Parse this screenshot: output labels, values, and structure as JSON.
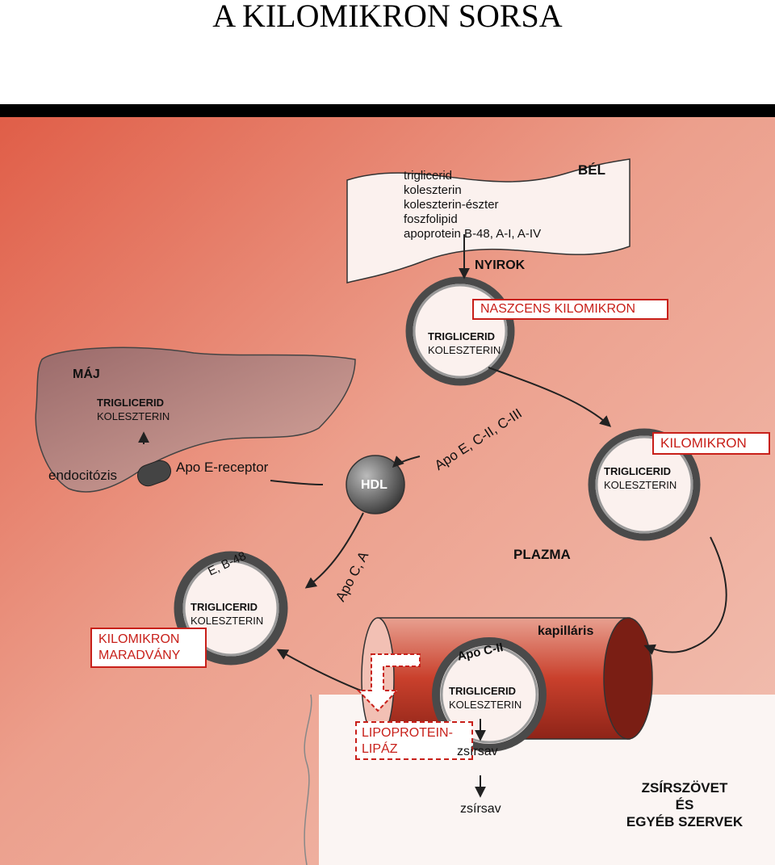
{
  "title": "A KILOMIKRON SORSA",
  "intestine": {
    "label": "BÉL",
    "components": [
      "triglicerid",
      "koleszterin",
      "koleszterin-észter",
      "foszfolipid",
      "apoprotein B-48, A-I, A-IV"
    ]
  },
  "lymph_label": "NYIROK",
  "nascent": {
    "label": "NASZCENS KILOMIKRON",
    "contents": [
      "TRIGLICERID",
      "KOLESZTERIN"
    ]
  },
  "chylomicron": {
    "label": "KILOMIKRON",
    "contents": [
      "TRIGLICERID",
      "KOLESZTERIN"
    ]
  },
  "plasma_label": "PLAZMA",
  "hdl_label": "HDL",
  "apo_e_c_label": "Apo E, C-II, C-III",
  "apo_c_a_label": "Apo C, A",
  "liver": {
    "label": "MÁJ",
    "contents": [
      "TRIGLICERID",
      "KOLESZTERIN"
    ]
  },
  "endocytosis_label": "endocitózis",
  "receptor_label": "Apo E-receptor",
  "remnant": {
    "apo_label": "E, B-48",
    "contents": [
      "TRIGLICERID",
      "KOLESZTERIN"
    ],
    "label_lines": [
      "KILOMIKRON",
      "MARADVÁNY"
    ]
  },
  "capillary": {
    "label": "kapilláris",
    "apo_label": "Apo C-II",
    "contents": [
      "TRIGLICERID",
      "KOLESZTERIN"
    ]
  },
  "lipase_lines": [
    "LIPOPROTEIN-",
    "LIPÁZ"
  ],
  "fatty_acid_label": "zsírsav",
  "tissues_lines": [
    "ZSÍRSZÖVET",
    "ÉS",
    "EGYÉB SZERVEK"
  ],
  "colors": {
    "accent_red": "#c8201a",
    "background_salmon": "#e9a08e",
    "particle_dark": "#555555"
  }
}
